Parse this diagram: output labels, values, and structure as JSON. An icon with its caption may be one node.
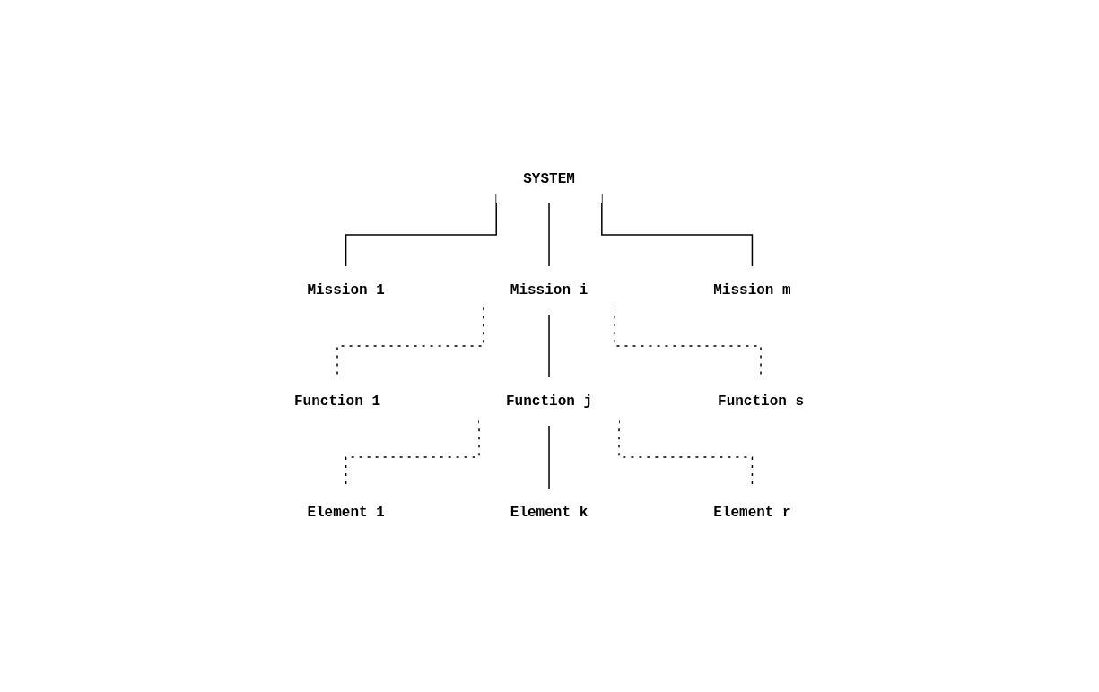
{
  "diagram": {
    "nodes": [
      {
        "text": [
          "SYSTEM"
        ]
      },
      {
        "text": [
          "Mission 1"
        ]
      },
      {
        "text": [
          "Mission i"
        ]
      },
      {
        "text": [
          "Mission m"
        ]
      },
      {
        "text": [
          "Function 1"
        ]
      },
      {
        "text": [
          "Function j"
        ]
      },
      {
        "text": [
          "Function s"
        ]
      },
      {
        "text": [
          "Element 1"
        ]
      },
      {
        "text": [
          "Element k"
        ]
      },
      {
        "text": [
          "Element r"
        ]
      }
    ],
    "edges": [
      {
        "from": 0,
        "to": 1,
        "arrow": "none"
      },
      {
        "from": 0,
        "to": 2,
        "arrow": "none"
      },
      {
        "from": 0,
        "to": 3,
        "arrow": "none"
      },
      {
        "from": 2,
        "to": 4,
        "arrow": "none",
        "style": "dashed"
      },
      {
        "from": 2,
        "to": 5,
        "arrow": "none"
      },
      {
        "from": 2,
        "to": 6,
        "arrow": "none",
        "style": "dashed"
      },
      {
        "from": 5,
        "to": 7,
        "arrow": "none",
        "style": "dashed"
      },
      {
        "from": 5,
        "to": 8,
        "arrow": "none"
      },
      {
        "from": 5,
        "to": 9,
        "arrow": "none",
        "style": "dashed"
      }
    ]
  }
}
